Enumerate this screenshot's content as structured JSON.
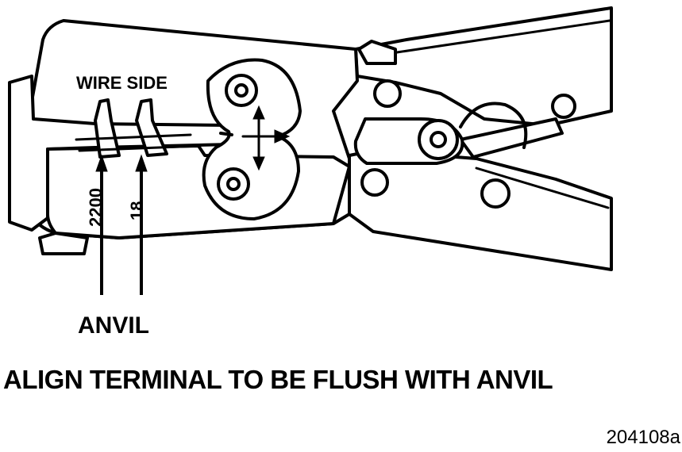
{
  "labels": {
    "wire_side": "WIRE SIDE",
    "size_a": "2200",
    "size_b": "18",
    "anvil": "ANVIL"
  },
  "caption": "ALIGN TERMINAL TO BE FLUSH WITH ANVIL",
  "figure_id": "204108a",
  "colors": {
    "ink": "#000000",
    "paper": "#ffffff"
  }
}
